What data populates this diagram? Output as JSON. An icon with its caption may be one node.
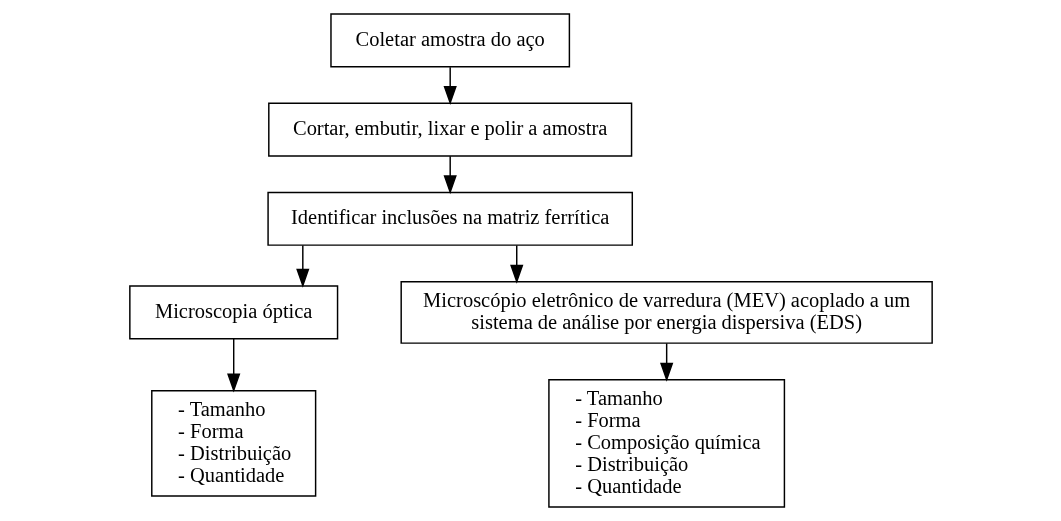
{
  "diagram": {
    "nodes": [
      {
        "text": [
          "Coletar amostra do aço"
        ]
      },
      {
        "text": [
          "Cortar, embutir, lixar e polir a amostra"
        ]
      },
      {
        "text": [
          "Identificar inclusões na matriz ferrítica"
        ]
      },
      {
        "text": [
          "Microscopia óptica"
        ]
      },
      {
        "text": [
          "Microscópio eletrônico de varredura (MEV) acoplado a um sistema de análise por energia dispersiva (EDS)"
        ]
      },
      {
        "text": [
          "- Tamanho",
          "- Forma",
          "- Distribuição",
          "- Quantidade"
        ]
      },
      {
        "text": [
          "- Tamanho",
          "- Forma",
          "- Composição química",
          "- Distribuição",
          "- Quantidade"
        ]
      }
    ],
    "edges": [
      {
        "from": 0,
        "to": 1,
        "arrow": "to"
      },
      {
        "from": 1,
        "to": 2,
        "arrow": "to"
      },
      {
        "from": 2,
        "to": 3,
        "arrow": "to"
      },
      {
        "from": 2,
        "to": 4,
        "arrow": "to"
      },
      {
        "from": 3,
        "to": 5,
        "arrow": "to"
      },
      {
        "from": 4,
        "to": 6,
        "arrow": "to"
      }
    ]
  }
}
